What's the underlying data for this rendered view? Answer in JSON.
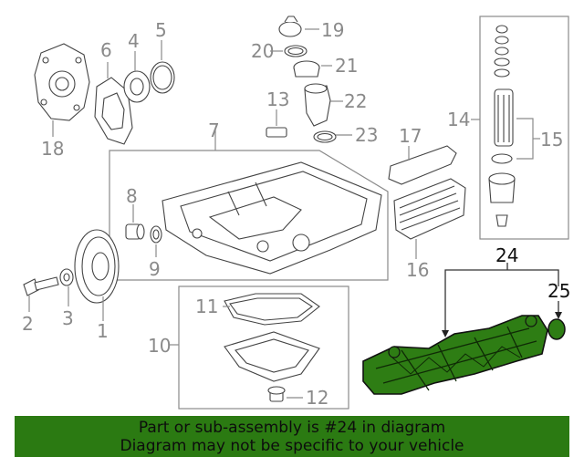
{
  "diagram": {
    "callouts": {
      "p1": "1",
      "p2": "2",
      "p3": "3",
      "p4": "4",
      "p5": "5",
      "p6": "6",
      "p7": "7",
      "p8": "8",
      "p9": "9",
      "p10": "10",
      "p11": "11",
      "p12": "12",
      "p13": "13",
      "p14": "14",
      "p15": "15",
      "p16": "16",
      "p17": "17",
      "p18": "18",
      "p19": "19",
      "p20": "20",
      "p21": "21",
      "p22": "22",
      "p23": "23",
      "p24": "24",
      "p25": "25"
    },
    "highlight_color": "#2e7d14"
  },
  "banner": {
    "line1": "Part or sub-assembly is #24 in diagram",
    "line2": "Diagram may not be specific to your vehicle",
    "background": "#2b7a12"
  }
}
